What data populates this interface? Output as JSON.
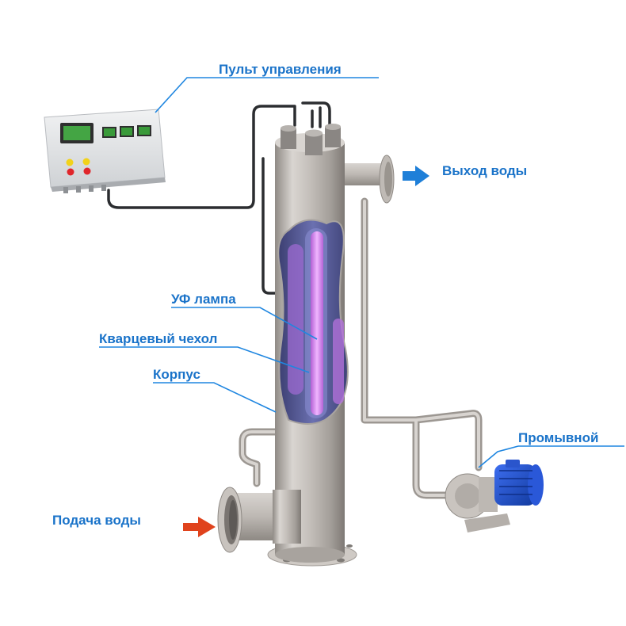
{
  "colors": {
    "label_text": "#1a73c9",
    "leader_line": "#1f86e0",
    "outlet_arrow": "#1e7fd8",
    "inlet_arrow": "#e0431d",
    "steel": "#c9c4bf",
    "cable": "#2b2d30",
    "uv_lamp": "#d07de8",
    "window": "#4a4f8a",
    "pump_motor": "#1f4fd0",
    "panel_body": "#e6e8ea",
    "display": "#3a9a3a",
    "indicator_yellow": "#f2d21a",
    "indicator_red": "#e0262b"
  },
  "labels": {
    "control_panel": "Пульт управления",
    "water_outlet": "Выход воды",
    "uv_lamp": "УФ лампа",
    "quartz_sleeve": "Кварцевый чехол",
    "housing": "Корпус",
    "flushing_pump": "Промывной",
    "water_inlet": "Подача воды"
  }
}
